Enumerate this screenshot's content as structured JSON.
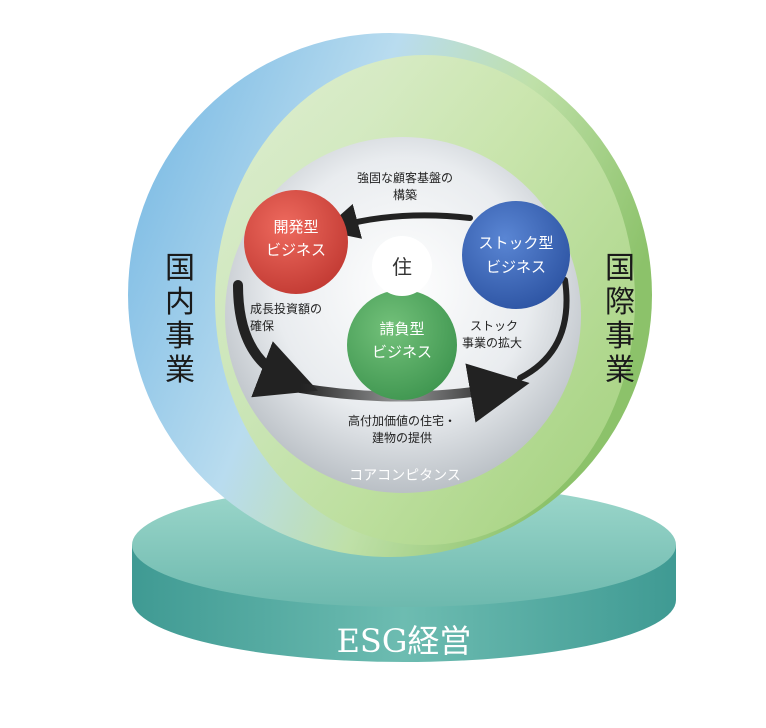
{
  "diagram": {
    "left_ring_label": [
      "国",
      "内",
      "事",
      "業"
    ],
    "right_ring_label": [
      "国",
      "際",
      "事",
      "業"
    ],
    "base_label": "ESG経営",
    "core_label": "コアコンピタンス",
    "center_label": "住",
    "bubbles": {
      "development": {
        "lines": [
          "開発型",
          "ビジネス"
        ],
        "color": "#d9473f"
      },
      "stock": {
        "lines": [
          "ストック型",
          "ビジネス"
        ],
        "color": "#3a66b7"
      },
      "contract": {
        "lines": [
          "請負型",
          "ビジネス"
        ],
        "color": "#56a860"
      }
    },
    "annotations": {
      "top": [
        "強固な顧客基盤の",
        "構築"
      ],
      "left": [
        "成長投資額の",
        "確保"
      ],
      "right": [
        "ストック",
        "事業の拡大"
      ],
      "bottom": [
        "高付加価値の住宅・",
        "建物の提供"
      ]
    },
    "colors": {
      "domestic_blue": "#7fbce6",
      "international_green": "#9fcf7a",
      "base_teal": "#5aa9a0",
      "base_top": "#8bd0c4",
      "arrow": "#222222"
    }
  }
}
